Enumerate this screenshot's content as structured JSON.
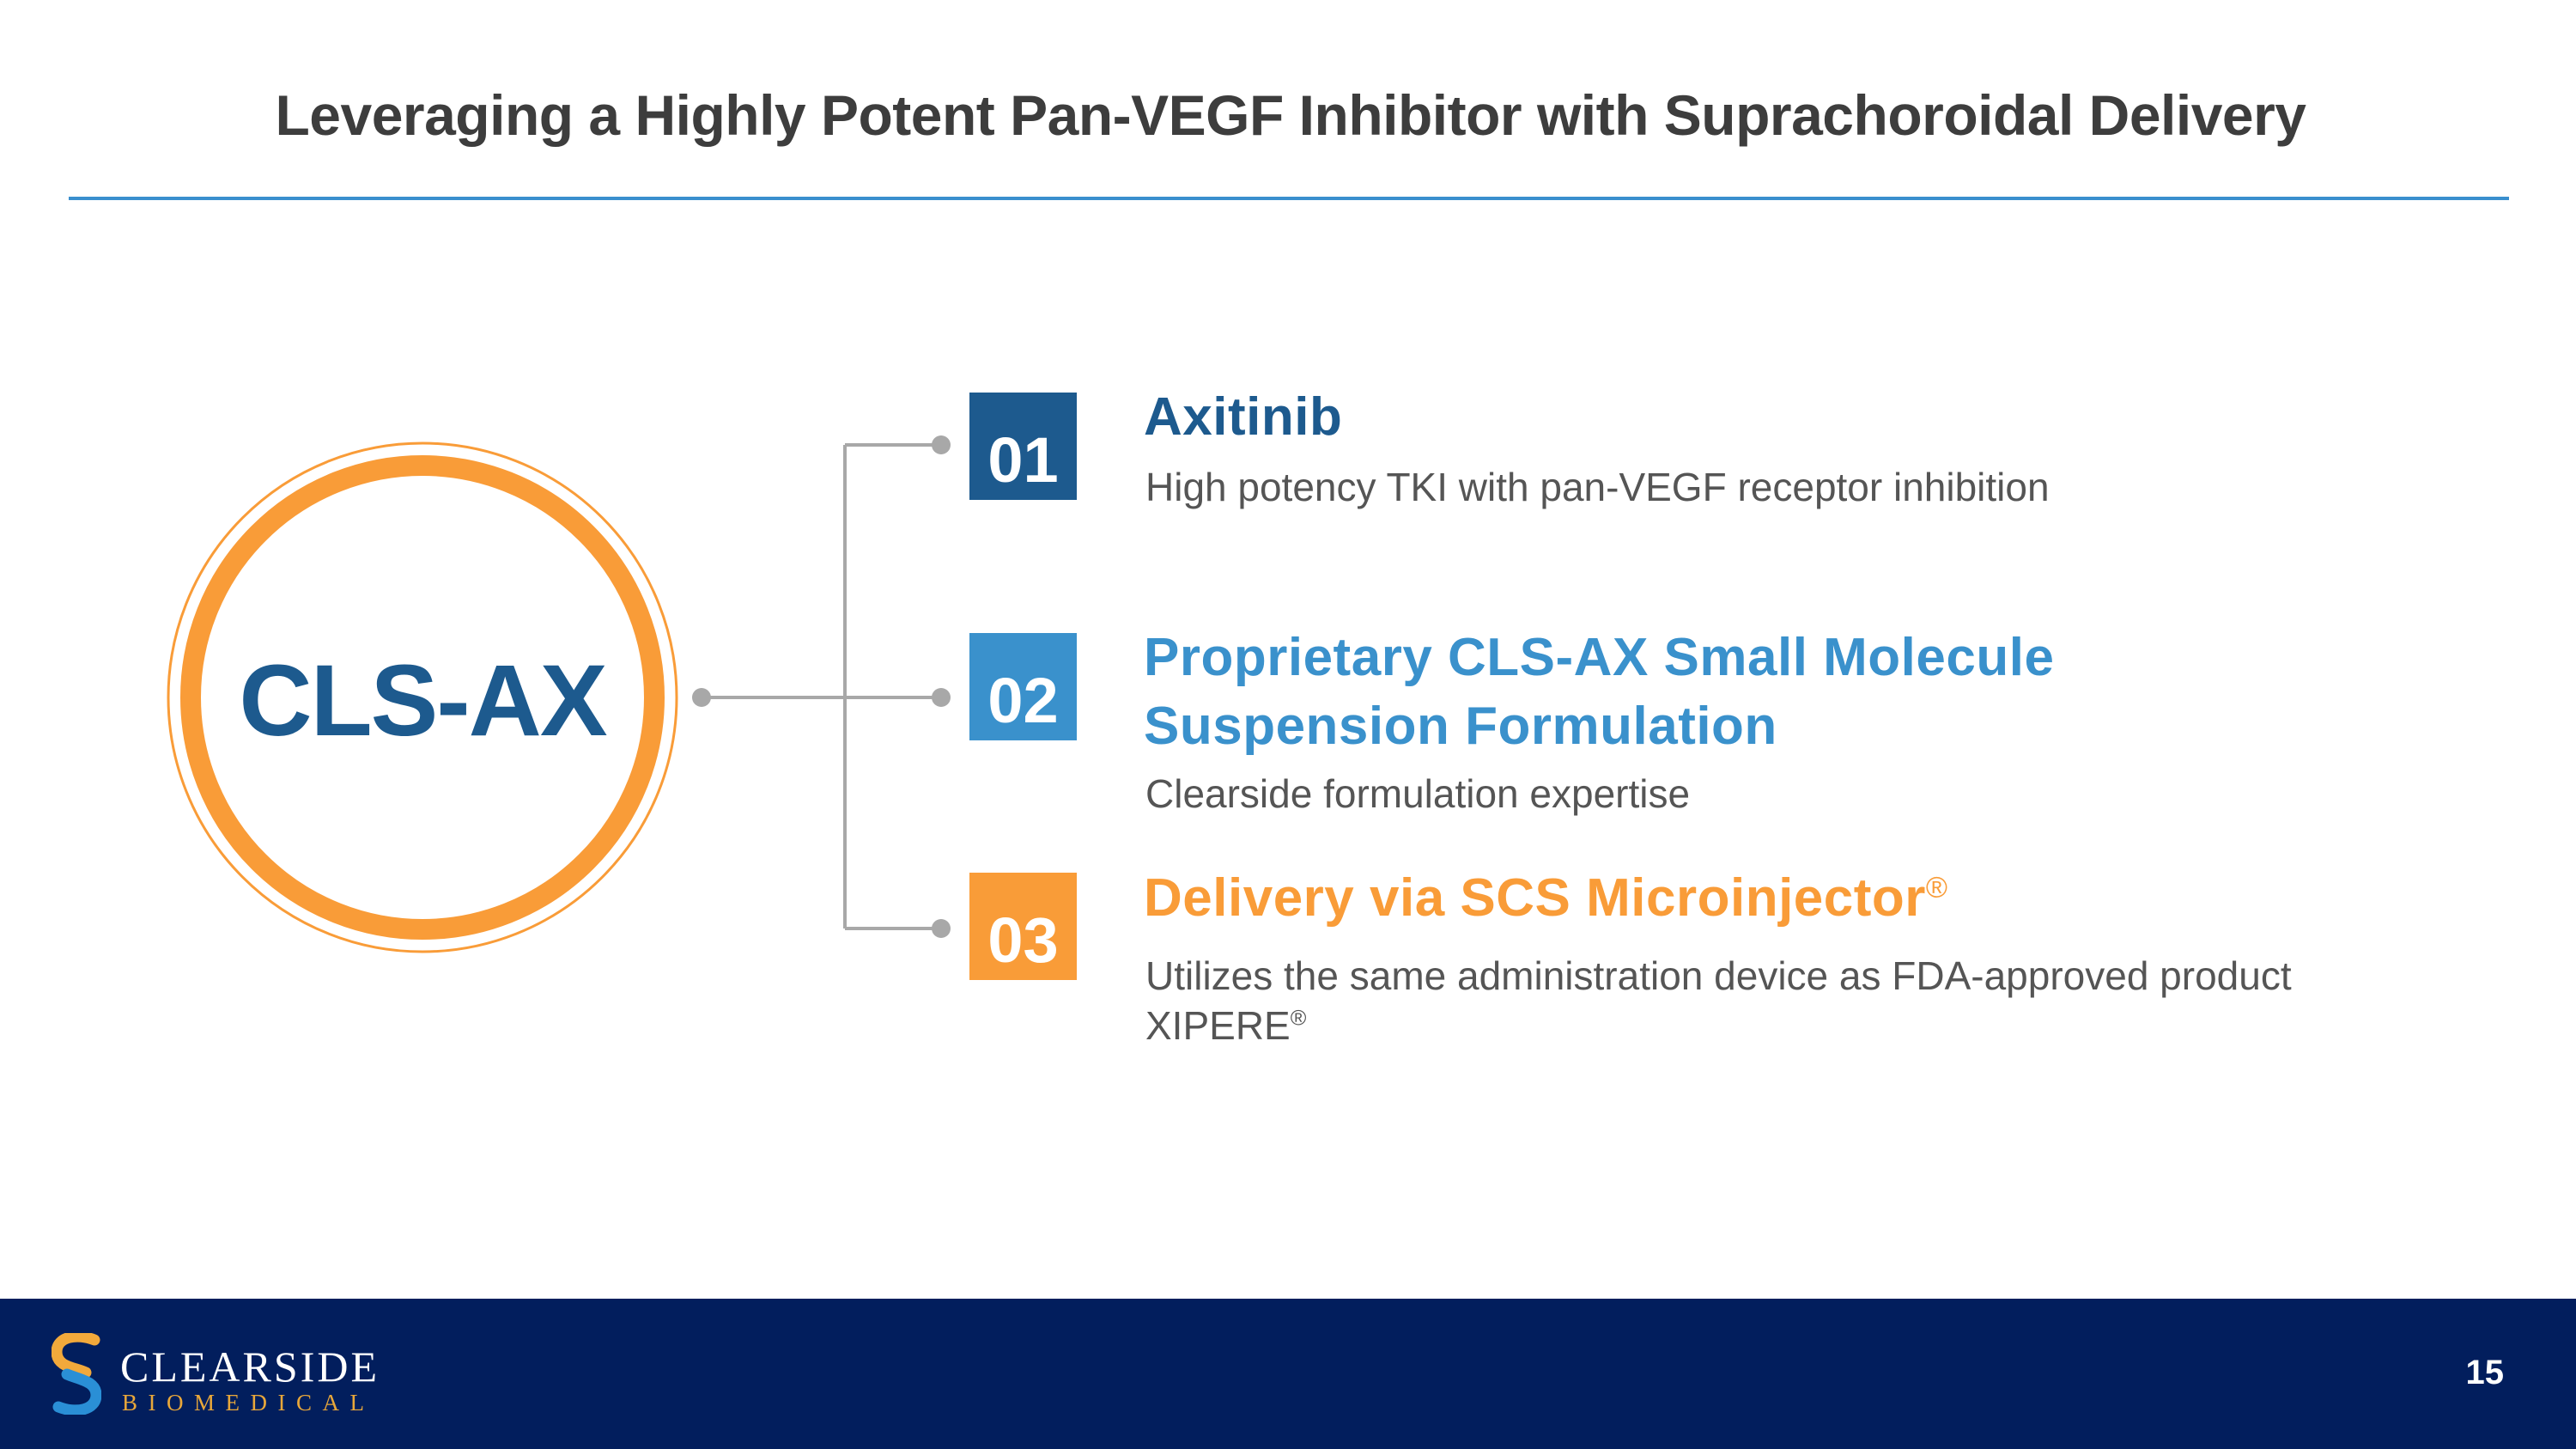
{
  "slide": {
    "title": "Leveraging a Highly Potent Pan-VEGF Inhibitor with Suprachoroidal Delivery",
    "center_label": "CLS-AX",
    "colors": {
      "navy": "#1d5a8e",
      "blue": "#3a91cc",
      "orange": "#f99c38",
      "footer": "#021e5d",
      "rule": "#3a8fce"
    },
    "items": [
      {
        "number": "01",
        "title": "Axitinib",
        "description": "High potency TKI with pan-VEGF receptor inhibition"
      },
      {
        "number": "02",
        "title_line1": "Proprietary CLS-AX Small Molecule",
        "title_line2": "Suspension Formulation",
        "description": "Clearside formulation expertise"
      },
      {
        "number": "03",
        "title": "Delivery via SCS Microinjector",
        "title_mark": "®",
        "description_line1": "Utilizes the same administration device as FDA-approved product",
        "description_line2": "XIPERE",
        "description_mark": "®"
      }
    ]
  },
  "footer": {
    "logo_name": "CLEARSIDE",
    "logo_sub": "BIOMEDICAL",
    "page_number": "15"
  }
}
